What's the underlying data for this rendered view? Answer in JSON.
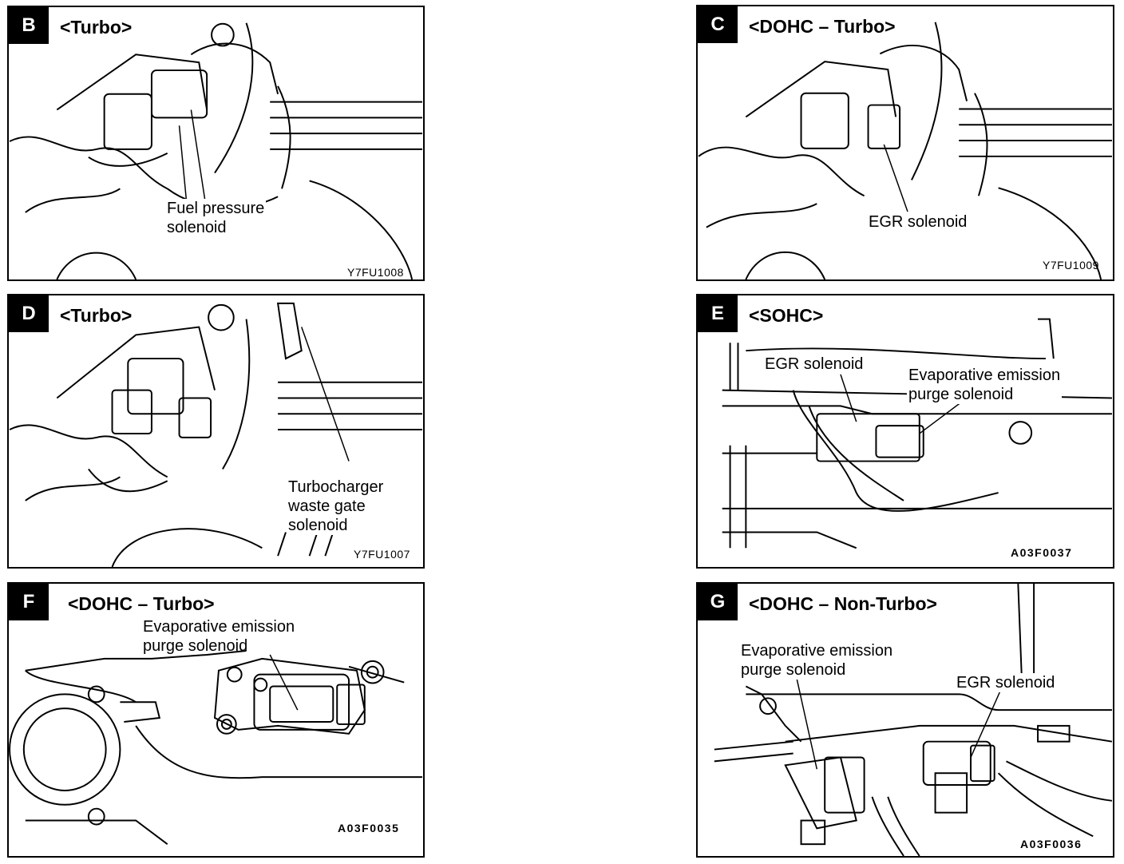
{
  "panels": [
    {
      "letter": "B",
      "title": "<Turbo>",
      "labels": [
        "Fuel pressure\nsolenoid"
      ],
      "code": "Y7FU1008"
    },
    {
      "letter": "C",
      "title": "<DOHC – Turbo>",
      "labels": [
        "EGR solenoid"
      ],
      "code": "Y7FU1009"
    },
    {
      "letter": "D",
      "title": "<Turbo>",
      "labels": [
        "Turbocharger\nwaste gate\nsolenoid"
      ],
      "code": "Y7FU1007"
    },
    {
      "letter": "E",
      "title": "<SOHC>",
      "labels": [
        "EGR solenoid",
        "Evaporative emission\npurge solenoid"
      ],
      "code": "A03F0037"
    },
    {
      "letter": "F",
      "title": "<DOHC – Turbo>",
      "labels": [
        "Evaporative emission\npurge solenoid"
      ],
      "code": "A03F0035"
    },
    {
      "letter": "G",
      "title": "<DOHC – Non-Turbo>",
      "labels": [
        "Evaporative emission\npurge solenoid",
        "EGR solenoid"
      ],
      "code": "A03F0036"
    }
  ]
}
